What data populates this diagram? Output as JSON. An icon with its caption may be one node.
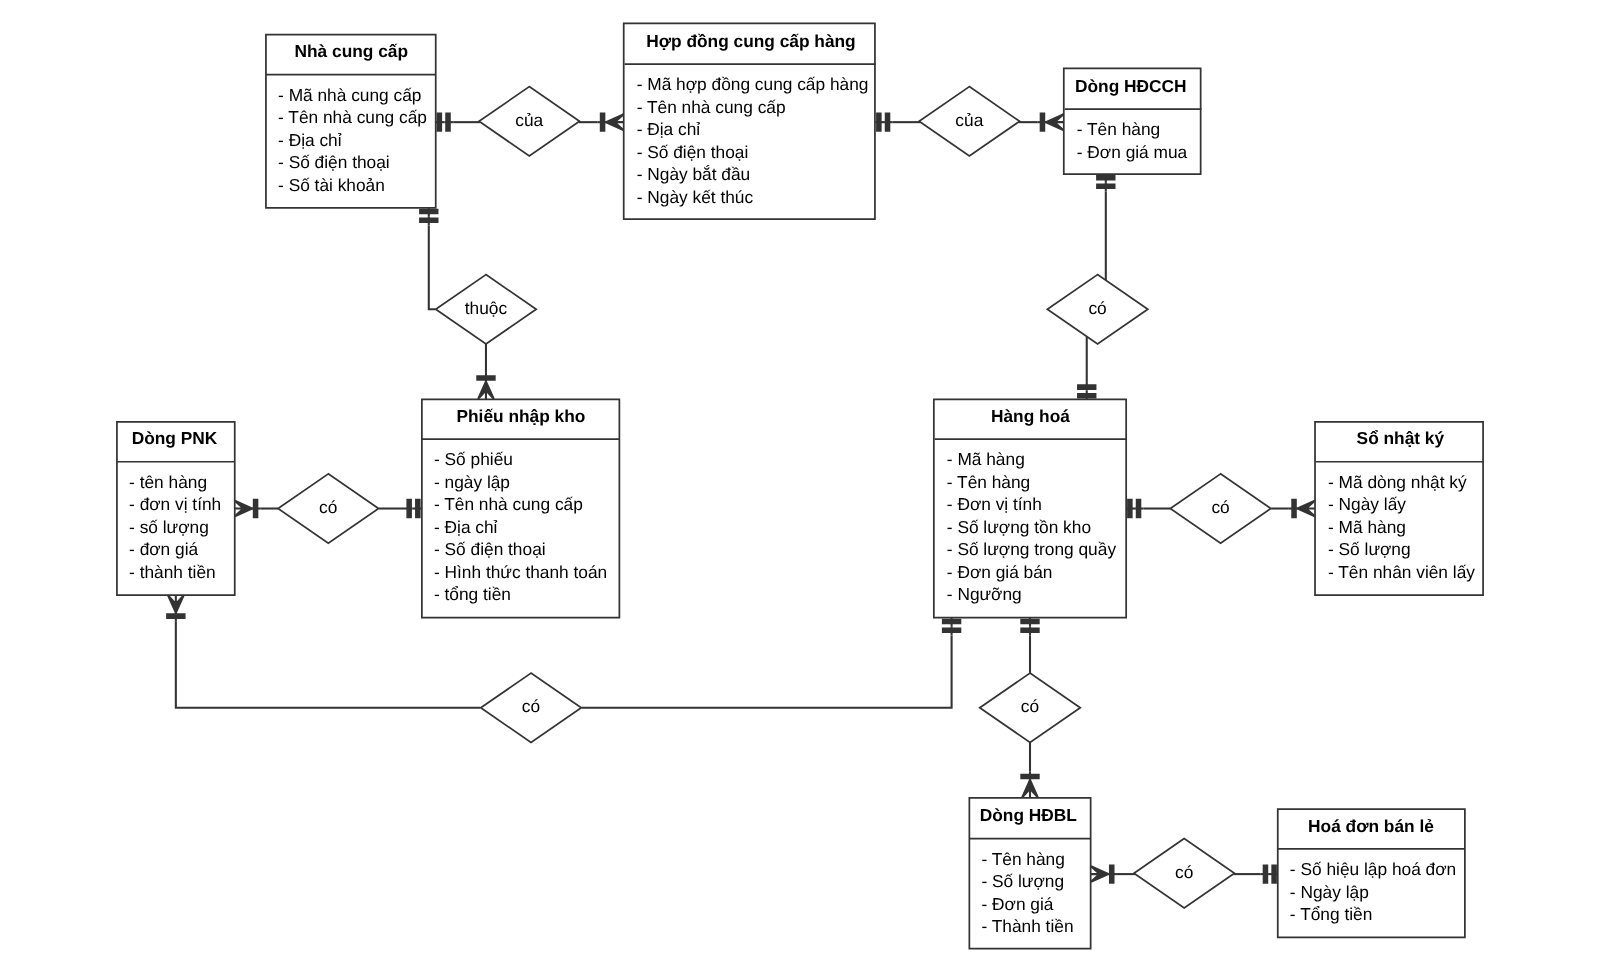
{
  "diagram": {
    "nodes": [
      {
        "text": [
          "Nhà cung cấp",
          "- Mã nhà cung cấp",
          "- Tên nhà cung cấp",
          "- Địa chỉ",
          "- Số điện thoại",
          "- Số tài khoản"
        ]
      },
      {
        "text": [
          "của"
        ]
      },
      {
        "text": [
          "Hợp đồng cung cấp hàng",
          "- Mã hợp đồng cung cấp hàng",
          "- Tên nhà cung cấp",
          "- Địa chỉ",
          "- Số điện thoại",
          "- Ngày bắt đầu",
          "- Ngày kết thúc"
        ]
      },
      {
        "text": [
          "của"
        ]
      },
      {
        "text": [
          "Dòng HĐCCH",
          "- Tên hàng",
          "- Đơn giá mua"
        ]
      },
      {
        "text": [
          "thuộc"
        ]
      },
      {
        "text": [
          "có"
        ]
      },
      {
        "text": [
          "Dòng PNK",
          "- tên hàng",
          "- đơn vị tính",
          "- số lượng",
          "- đơn giá",
          "- thành tiền"
        ]
      },
      {
        "text": [
          "có"
        ]
      },
      {
        "text": [
          "Phiếu nhập kho",
          "- Số phiếu",
          "- ngày lập",
          "- Tên nhà cung cấp",
          "- Địa chỉ",
          "- Số điện thoại",
          "- Hình thức thanh toán",
          "- tổng tiền"
        ]
      },
      {
        "text": [
          "Hàng hoá",
          "- Mã hàng",
          "- Tên hàng",
          "- Đơn vị tính",
          "- Số lượng tồn kho",
          "- Số lượng trong quầy",
          "- Đơn giá bán",
          "- Ngưỡng"
        ]
      },
      {
        "text": [
          "có"
        ]
      },
      {
        "text": [
          "Sổ nhật ký",
          "- Mã dòng nhật ký",
          "- Ngày lấy",
          "- Mã hàng",
          "- Số lượng",
          "- Tên nhân viên lấy"
        ]
      },
      {
        "text": [
          "có"
        ]
      },
      {
        "text": [
          "có"
        ]
      },
      {
        "text": [
          "Dòng HĐBL",
          "- Tên hàng",
          "- Số lượng",
          "- Đơn giá",
          "- Thành tiền"
        ]
      },
      {
        "text": [
          "có"
        ]
      },
      {
        "text": [
          "Hoá đơn bán lẻ",
          "- Số hiệu lập hoá đơn",
          "- Ngày lập",
          "- Tổng tiền"
        ]
      }
    ],
    "edges": [
      {
        "from": 0,
        "to": 1,
        "arrow": "other"
      },
      {
        "from": 1,
        "to": 2,
        "arrow": "other"
      },
      {
        "from": 2,
        "to": 3,
        "arrow": "other"
      },
      {
        "from": 3,
        "to": 4,
        "arrow": "other"
      },
      {
        "from": 0,
        "to": 5,
        "arrow": "other"
      },
      {
        "from": 5,
        "to": 9,
        "arrow": "other"
      },
      {
        "from": 4,
        "to": 6,
        "arrow": "other"
      },
      {
        "from": 6,
        "to": 10,
        "arrow": "other"
      },
      {
        "from": 7,
        "to": 8,
        "arrow": "other"
      },
      {
        "from": 8,
        "to": 9,
        "arrow": "other"
      },
      {
        "from": 10,
        "to": 11,
        "arrow": "other"
      },
      {
        "from": 11,
        "to": 12,
        "arrow": "other"
      },
      {
        "from": 7,
        "to": 13,
        "arrow": "other"
      },
      {
        "from": 13,
        "to": 10,
        "arrow": "other"
      },
      {
        "from": 10,
        "to": 14,
        "arrow": "other"
      },
      {
        "from": 14,
        "to": 15,
        "arrow": "other"
      },
      {
        "from": 15,
        "to": 16,
        "arrow": "other"
      },
      {
        "from": 16,
        "to": 17,
        "arrow": "other"
      }
    ]
  }
}
